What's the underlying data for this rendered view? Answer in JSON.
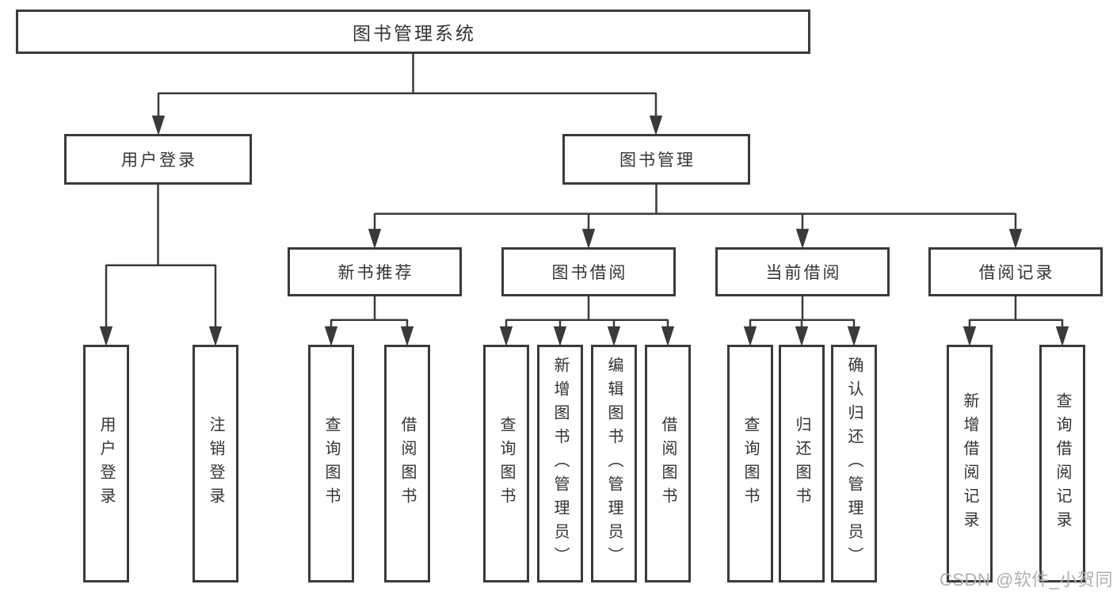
{
  "nodes": {
    "root": "图书管理系统",
    "user_login": "用户登录",
    "book_mgmt": "图书管理",
    "new_book_rec": "新书推荐",
    "book_borrow": "图书借阅",
    "current_borrow": "当前借阅",
    "borrow_record": "借阅记录",
    "leaf_user_login": "用户登录",
    "leaf_logout_login": "注销登录",
    "leaf_query_book": "查询图书",
    "leaf_borrow_book": "借阅图书",
    "leaf_add_book_admin": "新增图书（管理员）",
    "leaf_edit_book_admin": "编辑图书（管理员）",
    "leaf_return_book": "归还图书",
    "leaf_confirm_return_admin": "确认归还（管理员）",
    "leaf_add_borrow_record": "新增借阅记录",
    "leaf_query_borrow_record": "查询借阅记录"
  },
  "watermark": "CSDN @软件_小贺同学",
  "colors": {
    "line": "#3a3a3a",
    "text": "#333333",
    "watermark": "#b0b0b0",
    "background": "#ffffff"
  }
}
